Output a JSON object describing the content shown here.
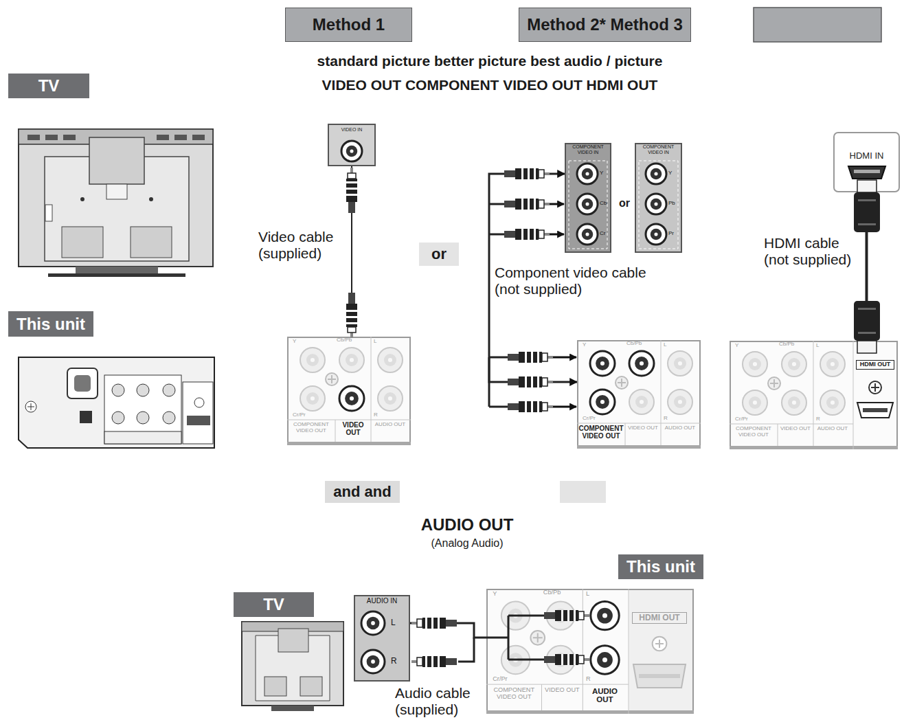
{
  "diagram": {
    "nodes": [
      {
        "text": [
          "Method 1"
        ]
      },
      {
        "text": [
          "Method 2* Method 3"
        ]
      },
      {
        "text": [
          "TV"
        ]
      },
      {
        "text": [
          "This unit"
        ]
      },
      {
        "text": [
          "VIDEO IN"
        ]
      },
      {
        "text": [
          "Y",
          "Cb/Pb",
          "L",
          "Cr/Pr",
          "R",
          "COMPONENT VIDEO OUT",
          "VIDEO OUT",
          "AUDIO OUT"
        ]
      },
      {
        "text": [
          "or"
        ]
      },
      {
        "text": [
          "COMPONENT VIDEO IN",
          "Y",
          "Cb",
          "Cr"
        ]
      },
      {
        "text": [
          "COMPONENT VIDEO IN",
          "Y",
          "Pb",
          "Pr"
        ]
      },
      {
        "text": [
          "Y",
          "Cb/Pb",
          "L",
          "Cr/Pr",
          "R",
          "COMPONENT VIDEO OUT",
          "VIDEO OUT",
          "AUDIO OUT"
        ]
      },
      {
        "text": [
          "HDMI IN"
        ]
      },
      {
        "text": [
          "Y",
          "Cb/Pb",
          "L",
          "Cr/Pr",
          "R",
          "COMPONENT VIDEO OUT",
          "VIDEO OUT",
          "AUDIO OUT",
          "HDMI OUT"
        ]
      },
      {
        "text": [
          "and and"
        ]
      },
      {
        "text": [
          "This unit"
        ]
      },
      {
        "text": [
          "TV"
        ]
      },
      {
        "text": [
          "AUDIO IN",
          "L",
          "R"
        ]
      },
      {
        "text": [
          "Y",
          "Cb/Pb",
          "L",
          "Cr/Pr",
          "R",
          "COMPONENT VIDEO OUT",
          "VIDEO OUT",
          "AUDIO OUT",
          "HDMI OUT"
        ]
      }
    ],
    "edges": [
      {
        "from": 5,
        "to": 4,
        "arrow": "none"
      },
      {
        "from": 9,
        "to": 7,
        "arrow": "both"
      },
      {
        "from": 11,
        "to": 10,
        "arrow": "none"
      },
      {
        "from": 16,
        "to": 15,
        "arrow": "none"
      }
    ],
    "labels": [
      "standard picture better picture best audio / picture",
      "VIDEO OUT COMPONENT VIDEO OUT HDMI OUT",
      "Video cable (supplied)",
      "or",
      "Component video cable (not supplied)",
      "HDMI cable (not supplied)",
      "AUDIO OUT",
      "(Analog Audio)",
      "Audio cable (supplied)"
    ]
  }
}
